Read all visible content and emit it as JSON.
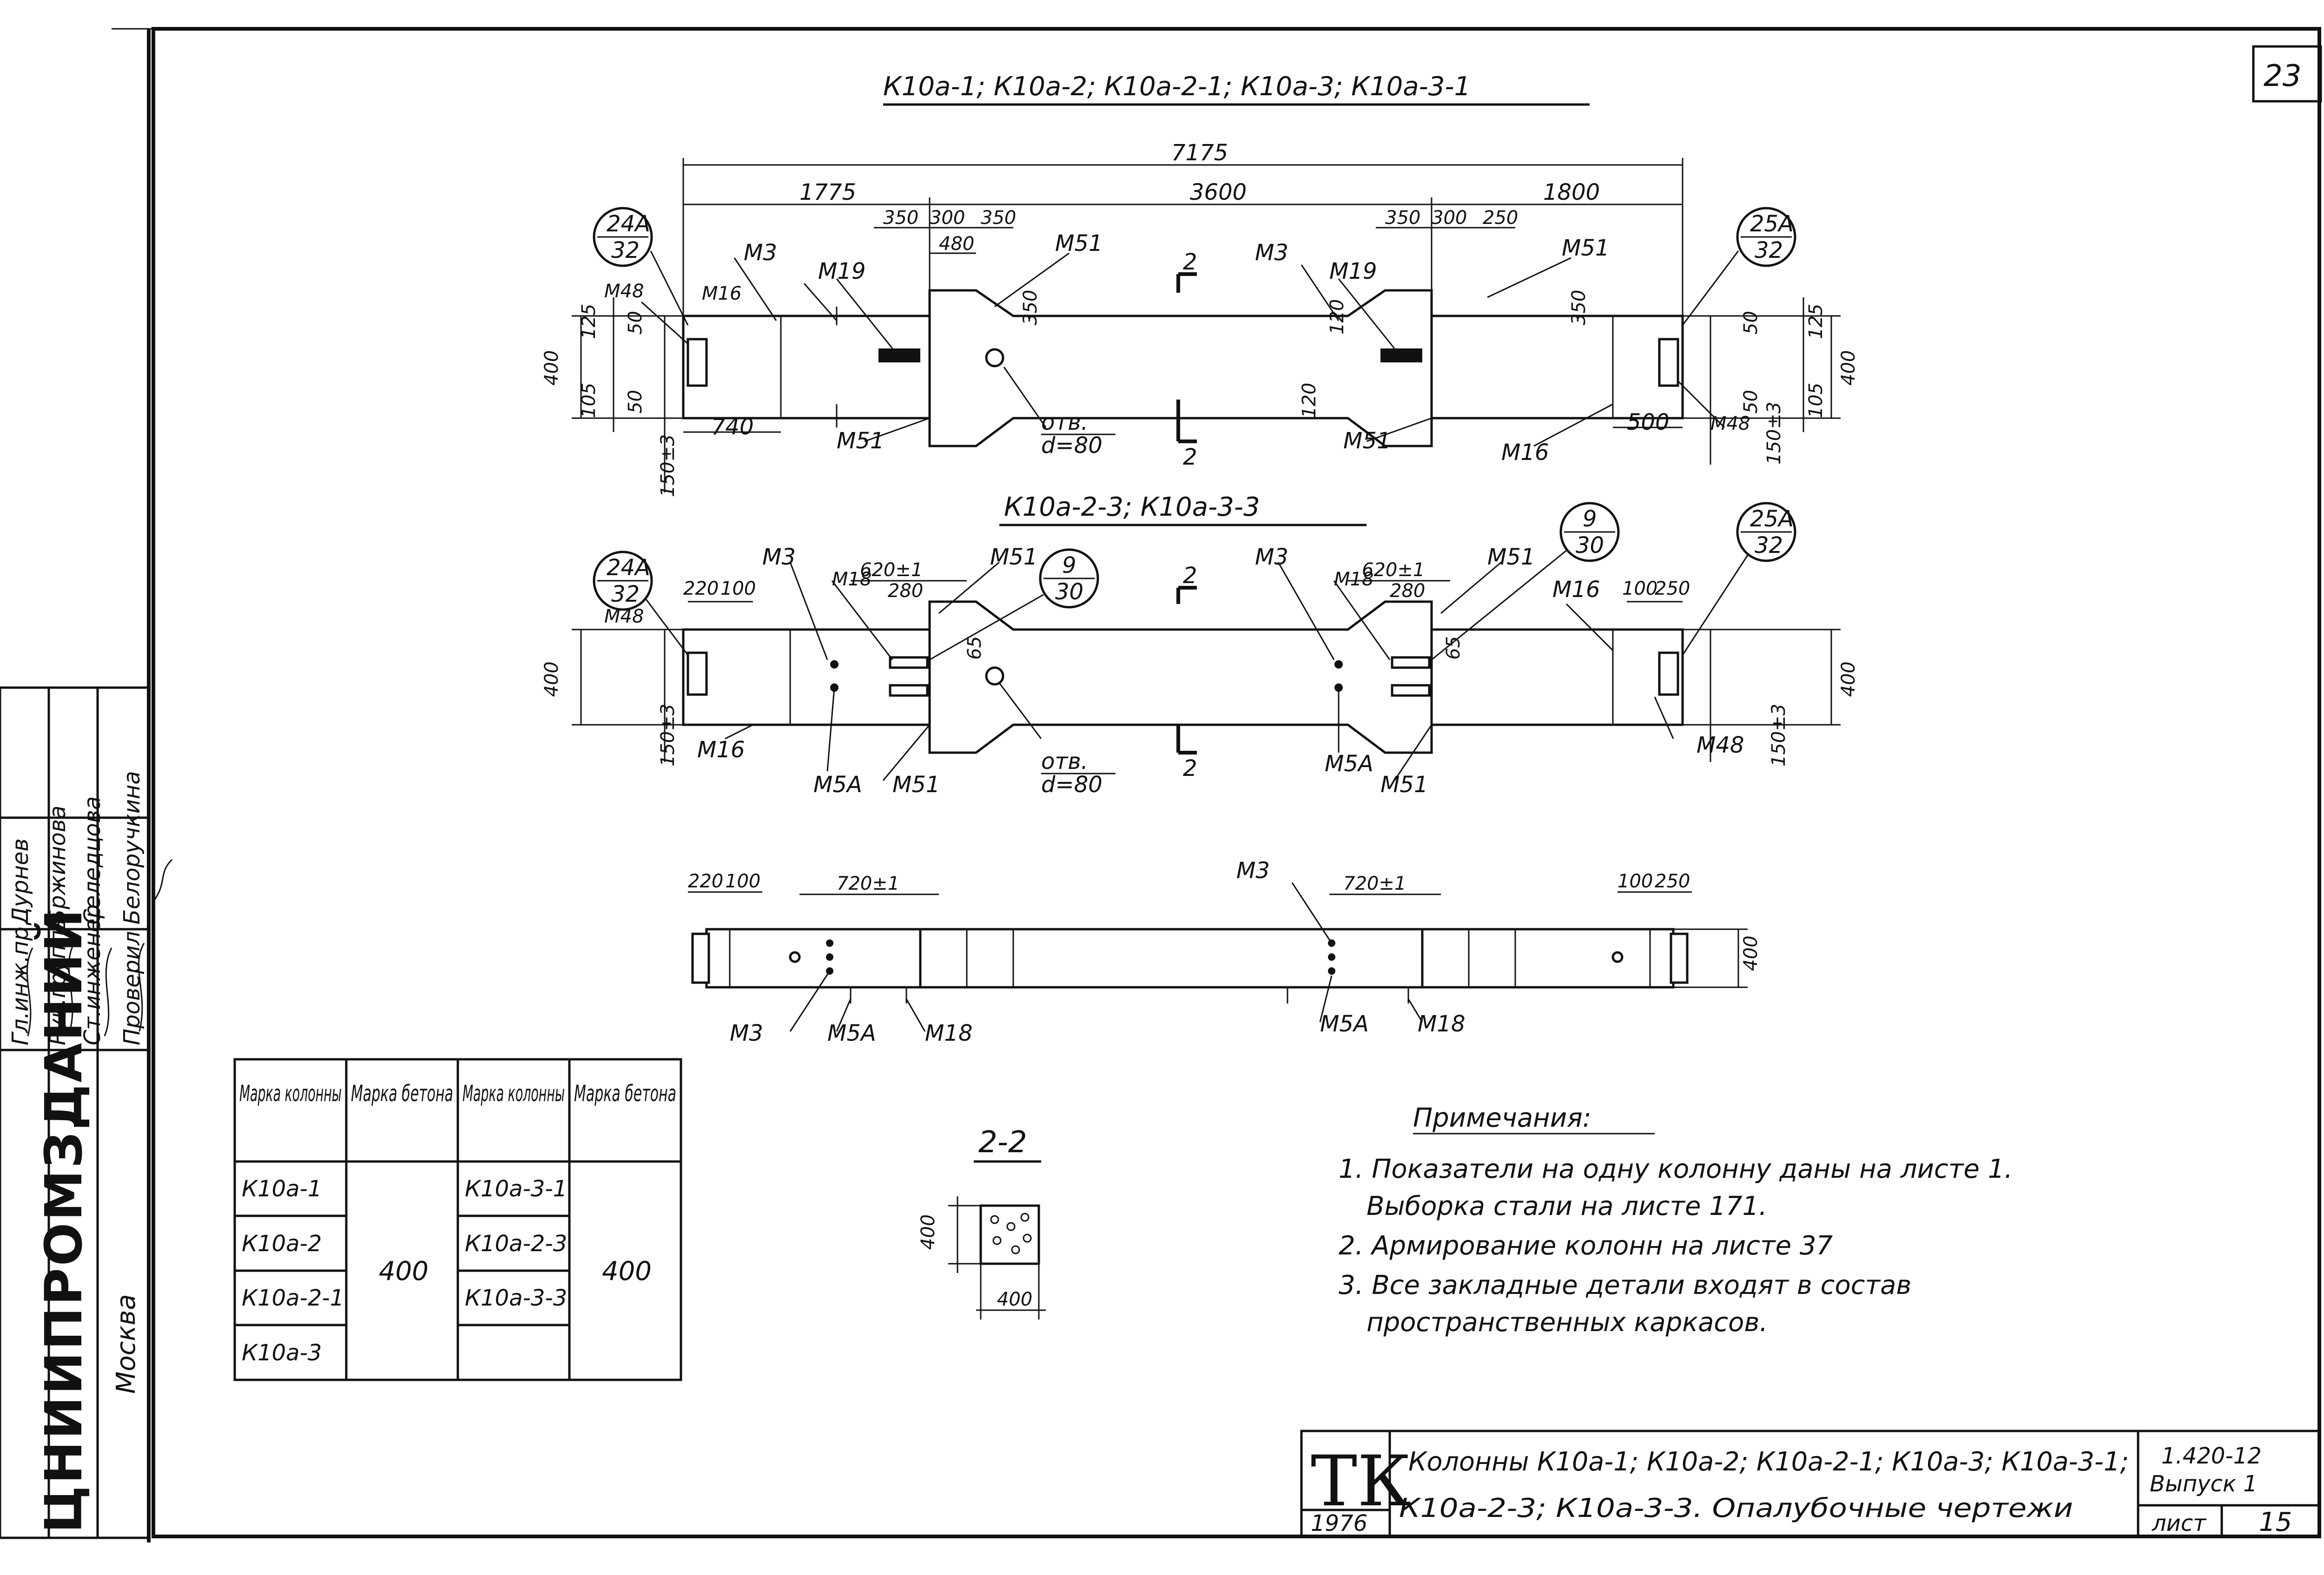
{
  "sheet": {
    "page_number": "23",
    "org_name": "ЦНИИПРОМЗДАНИЙ",
    "org_city": "Москва",
    "staff_roles": [
      "Гл.инж.пр",
      "Рук.группы",
      "Ст.инженер",
      "Проверил"
    ],
    "staff_names": [
      "Дурнев",
      "Бржинова",
      "Селедцова",
      "Белоручкина"
    ]
  },
  "views": {
    "top_title": "К10а-1; К10а-2; К10а-2-1; К10а-3; К10а-3-1",
    "mid_title": "К10а-2-3; К10а-3-3",
    "section_title": "2-2"
  },
  "dims": {
    "overall": "7175",
    "left": "1775",
    "center": "3600",
    "right": "1800",
    "h400": "400",
    "d125": "125",
    "d105": "105",
    "d50": "50",
    "d350": "350",
    "d300": "300",
    "d480": "480",
    "d120": "120",
    "d740": "740",
    "d500": "500",
    "d150": "150±3",
    "d620": "620±1",
    "d280": "280",
    "d220": "220",
    "d100": "100",
    "d250": "250",
    "d65": "65",
    "d720": "720±1",
    "otv": "отв.",
    "otv_d": "d=80",
    "section_mark": "2",
    "sec400": "400"
  },
  "marks": {
    "m3": "М3",
    "m16": "М16",
    "m19": "М19",
    "m51": "М51",
    "m48": "М48",
    "m18": "М18",
    "m5a": "М5А"
  },
  "callouts": {
    "c24a_top": "24А",
    "c24a_bot": "32",
    "c25a_top": "25А",
    "c25a_bot": "32",
    "c9_top": "9",
    "c9_bot": "30"
  },
  "table": {
    "headers": [
      "Марка колонны",
      "Марка бетона",
      "Марка колонны",
      "Марка бетона"
    ],
    "left_rows": [
      "К10а-1",
      "К10а-2",
      "К10а-2-1",
      "К10а-3"
    ],
    "left_concrete": "400",
    "right_rows": [
      "К10а-3-1",
      "К10а-2-3",
      "К10а-3-3"
    ],
    "right_concrete": "400"
  },
  "notes": {
    "title": "Примечания:",
    "items": [
      "1. Показатели на одну колонну даны на листе 1.",
      "Выборка стали на листе 171.",
      "2. Армирование колонн на листе 37",
      "3. Все закладные детали входят в состав",
      "пространственных каркасов."
    ]
  },
  "stamp": {
    "logo": "ТК",
    "year": "1976",
    "title_line1": "Колонны К10а-1; К10а-2; К10а-2-1; К10а-3; К10а-3-1;",
    "title_line2": "К10а-2-3; К10а-3-3. Опалубочные чертежи",
    "series": "1.420-12",
    "issue": "Выпуск 1",
    "sheet_label": "лист",
    "sheet_no": "15"
  }
}
